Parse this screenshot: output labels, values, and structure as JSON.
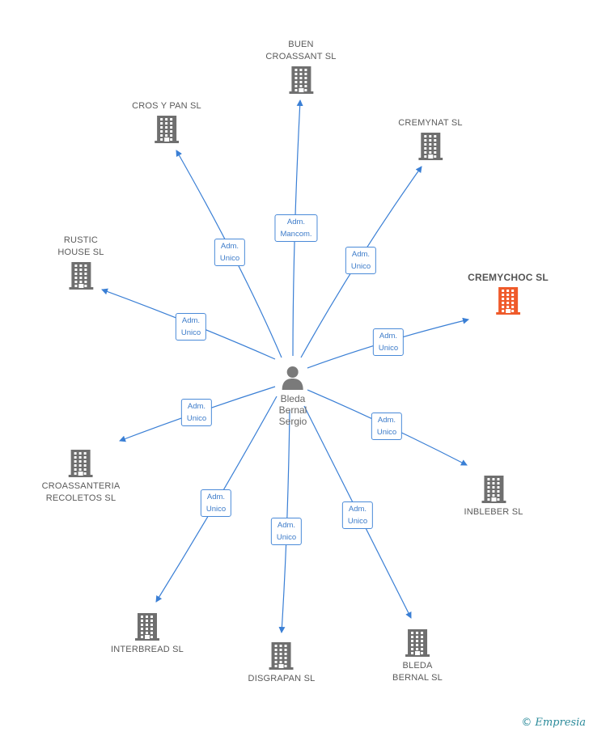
{
  "person": {
    "name": "Bleda\nBernal\nSergio",
    "icon": "person-icon"
  },
  "colors": {
    "edge": "#3a7fd5",
    "company": "#6f6f6f",
    "highlight": "#ef5a2a"
  },
  "companies": [
    {
      "id": "buen-croassant",
      "label": "BUEN\nCROASSANT SL"
    },
    {
      "id": "cros-y-pan",
      "label": "CROS Y PAN SL"
    },
    {
      "id": "cremynat",
      "label": "CREMYNAT SL"
    },
    {
      "id": "rustic-house",
      "label": "RUSTIC\nHOUSE SL"
    },
    {
      "id": "cremychoc",
      "label": "CREMYCHOC SL",
      "highlight": true
    },
    {
      "id": "croassanteria-recoletos",
      "label": "CROASSANTERIA\nRECOLETOS SL"
    },
    {
      "id": "inbleber",
      "label": "INBLEBER SL"
    },
    {
      "id": "interbread",
      "label": "INTERBREAD SL"
    },
    {
      "id": "disgrapan",
      "label": "DISGRAPAN SL"
    },
    {
      "id": "bleda-bernal",
      "label": "BLEDA\nBERNAL SL"
    }
  ],
  "edges": [
    {
      "to": "buen-croassant",
      "label": "Adm.\nMancom."
    },
    {
      "to": "cros-y-pan",
      "label": "Adm.\nUnico"
    },
    {
      "to": "cremynat",
      "label": "Adm.\nUnico"
    },
    {
      "to": "rustic-house",
      "label": "Adm.\nUnico"
    },
    {
      "to": "cremychoc",
      "label": "Adm.\nUnico"
    },
    {
      "to": "croassanteria-recoletos",
      "label": "Adm.\nUnico"
    },
    {
      "to": "inbleber",
      "label": "Adm.\nUnico"
    },
    {
      "to": "interbread",
      "label": "Adm.\nUnico"
    },
    {
      "to": "disgrapan",
      "label": "Adm.\nUnico"
    },
    {
      "to": "bleda-bernal",
      "label": "Adm.\nUnico"
    }
  ],
  "watermark": {
    "copyright": "©",
    "brand": "Empresia"
  }
}
